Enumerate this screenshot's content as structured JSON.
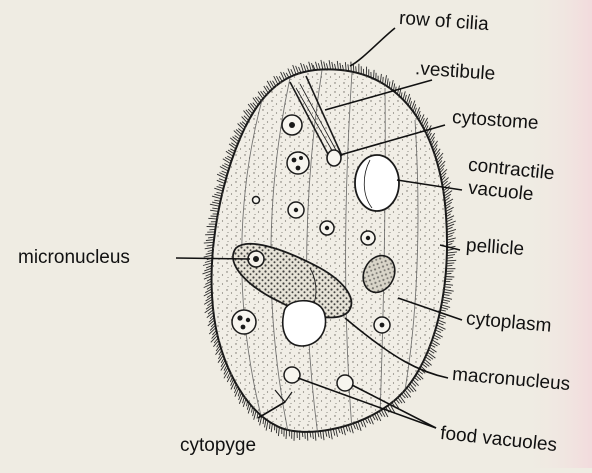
{
  "labels": {
    "row_of_cilia": "row of cilia",
    "vestibule": ".vestibule",
    "cytostome": "cytostome",
    "contractile_vacuole_1": "contractile",
    "contractile_vacuole_2": "vacuole",
    "pellicle": "pellicle",
    "micronucleus": "micronucleus",
    "cytoplasm": "cytoplasm",
    "macronucleus": "macronucleus",
    "food_vacuoles": "food vacuoles",
    "cytopyge": "cytopyge"
  },
  "colors": {
    "paper": "#efece3",
    "ink": "#111111",
    "stipple": "#6b6760",
    "cilia": "#2a2a2a",
    "tint_right": "#f3d9dc"
  }
}
